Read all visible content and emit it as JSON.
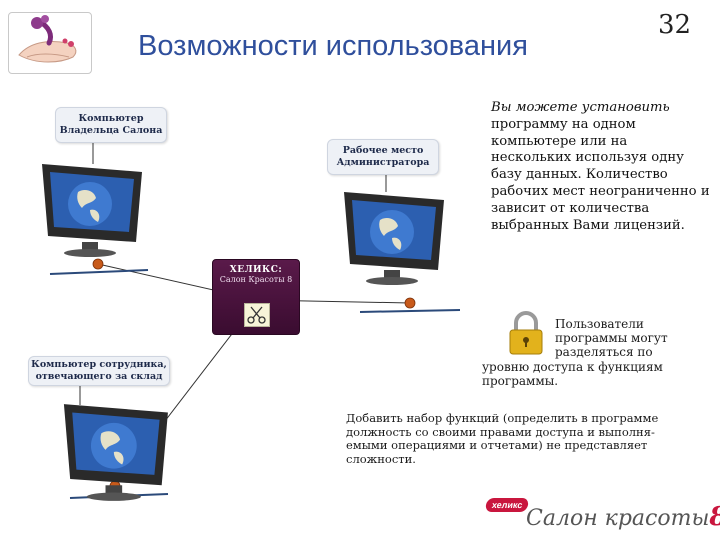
{
  "header": {
    "title": "Возможности использования",
    "page_number": "32"
  },
  "labels": {
    "owner_computer": "Компьютер Владельца Салона",
    "admin_workplace": "Рабочее место Администратора",
    "employee_computer": "Компьютер сотрудника, отвечающего за склад"
  },
  "server": {
    "name": "ХЕЛИКС:",
    "subtitle": "Салон Красоты 8"
  },
  "texts": {
    "install_lead": "Вы можете установить",
    "install_rest": "программу на одном компьютере или на нескольких используя одну базу данных. Количество рабочих мест неограниченно и зависит от количества выбранных Вами лицензий.",
    "access_line1": "Пользователи программы могут разделяться по",
    "access_line2": "уровню доступа к функциям программы.",
    "functions": "Добавить набор функций (определить в программе должность со своими правами доступа и выполня-емыми операциями и отчетами) не представляет сложности."
  },
  "brand": {
    "tag": "хеликс",
    "name": "Салон красоты",
    "number": "8"
  },
  "colors": {
    "title": "#2f4f9c",
    "server": "#4a1240",
    "brand_accent": "#c9163e"
  },
  "icons": [
    "manicure-logo-icon",
    "monitor-icon",
    "globe-icon",
    "lock-icon",
    "scissors-icon"
  ]
}
